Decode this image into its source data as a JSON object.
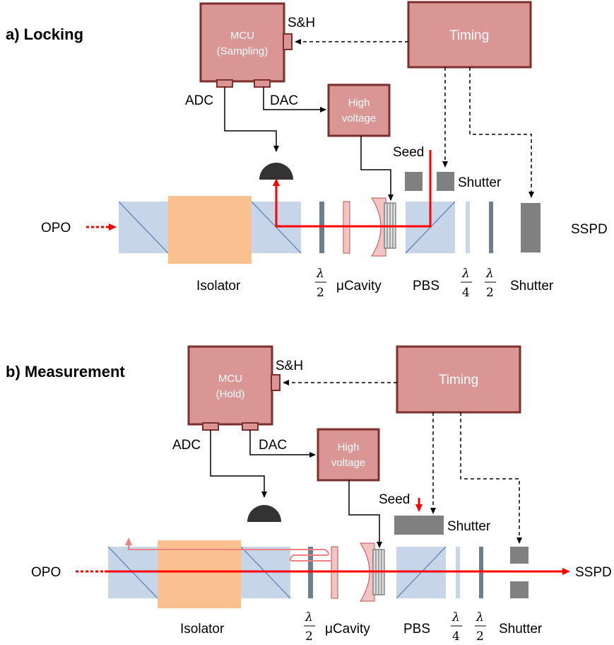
{
  "panels": [
    {
      "title": "a) Locking",
      "mcu_line1": "MCU",
      "mcu_line2": "(Sampling)",
      "sh": "S&H",
      "timing": "Timing",
      "adc": "ADC",
      "dac": "DAC",
      "hv_line1": "High",
      "hv_line2": "voltage",
      "seed": "Seed",
      "shutter_top": "Shutter",
      "opo": "OPO",
      "sspd": "SSPD",
      "isolator": "Isolator",
      "cavity": "μCavity",
      "pbs": "PBS",
      "shutter_bottom": "Shutter",
      "half_num": "λ",
      "half_den": "2",
      "quarter_num": "λ",
      "quarter_den": "4"
    },
    {
      "title": "b) Measurement",
      "mcu_line1": "MCU",
      "mcu_line2": "(Hold)",
      "sh": "S&H",
      "timing": "Timing",
      "adc": "ADC",
      "dac": "DAC",
      "hv_line1": "High",
      "hv_line2": "voltage",
      "seed": "Seed",
      "shutter_top": "Shutter",
      "opo": "OPO",
      "sspd": "SSPD",
      "isolator": "Isolator",
      "cavity": "μCavity",
      "pbs": "PBS",
      "shutter_bottom": "Shutter",
      "half_num": "λ",
      "half_den": "2",
      "quarter_num": "λ",
      "quarter_den": "4"
    }
  ],
  "colors": {
    "box_fill": "#d99694",
    "box_stroke": "#7f2f2b",
    "optic_blue": "#c6d5e8",
    "isolator": "#fac08f",
    "beam": "#ff0000",
    "dark_gray": "#808080",
    "detector": "#333333"
  }
}
